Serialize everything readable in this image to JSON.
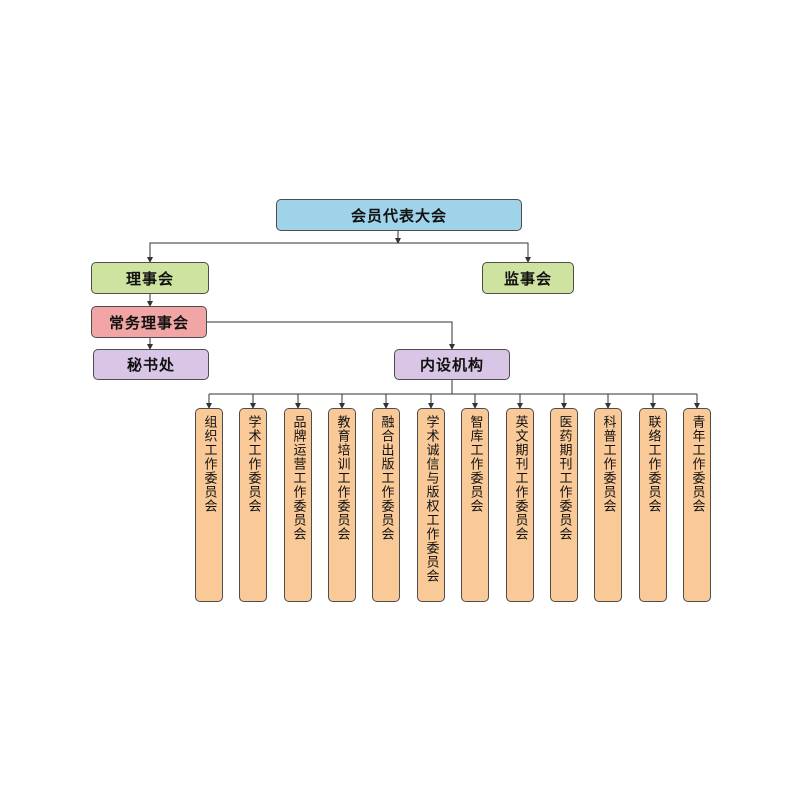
{
  "nodes": {
    "top": "会员代表大会",
    "council": "理事会",
    "supervisors": "监事会",
    "standing": "常务理事会",
    "secretariat": "秘书处",
    "internal": "内设机构"
  },
  "committees": [
    "组织工作委员会",
    "学术工作委员会",
    "品牌运营工作委员会",
    "教育培训工作委员会",
    "融合出版工作委员会",
    "学术诚信与版权工作委员会",
    "智库工作委员会",
    "英文期刊工作委员会",
    "医药期刊工作委员会",
    "科普工作委员会",
    "联络工作委员会",
    "青年工作委员会"
  ],
  "colors": {
    "top": "#9fd3ea",
    "council": "#cfe3a1",
    "supervisors": "#cfe3a1",
    "standing": "#f2a5a5",
    "secretariat": "#d9c6e6",
    "internal": "#d9c6e6",
    "committee": "#f9c998",
    "border": "#4d4d4d",
    "line": "#333333"
  }
}
